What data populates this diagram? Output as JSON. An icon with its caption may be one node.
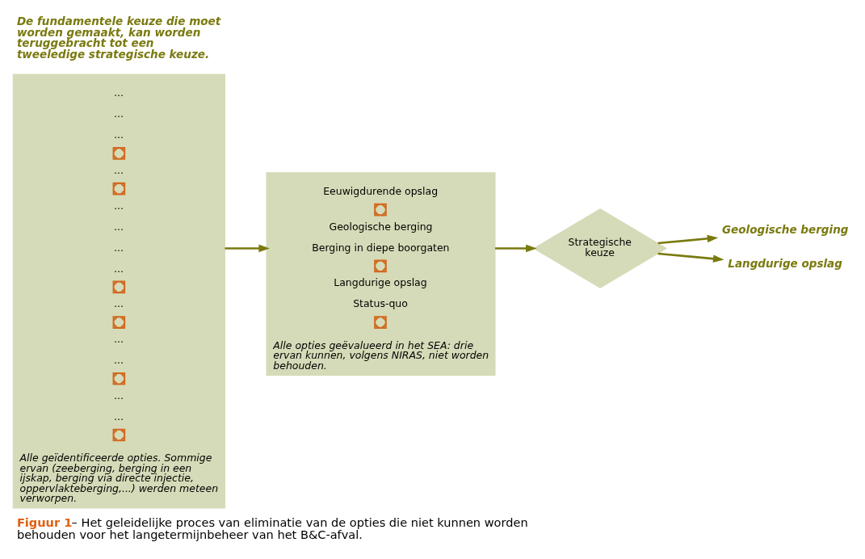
{
  "diagram": {
    "caption": "**Figuur 1**– Het geleidelijke proces van eliminatie van de opties die niet kunnen worden behouden voor het langetermijnbeheer van het B&C-afval.",
    "nodes": [
      {
        "text": [],
        "shape": "box",
        "beside": [
          "Alle geïdentificeerde opties. Sommige ervan (zeeberging, berging in een ijskap, berging via directe injectie, oppervlakteberging,...) werden meteen verworpen."
        ]
      },
      {
        "text": [
          "..."
        ],
        "in": 0
      },
      {
        "text": [
          "..."
        ],
        "in": 0
      },
      {
        "text": [
          "..."
        ],
        "in": 0
      },
      {
        "text": [],
        "shape": "cross",
        "in": 0
      },
      {
        "text": [
          "..."
        ],
        "in": 0
      },
      {
        "text": [],
        "shape": "cross",
        "in": 0
      },
      {
        "text": [
          "..."
        ],
        "in": 0
      },
      {
        "text": [
          "..."
        ],
        "in": 0
      },
      {
        "text": [
          "..."
        ],
        "in": 0
      },
      {
        "text": [
          "..."
        ],
        "in": 0
      },
      {
        "text": [],
        "shape": "cross",
        "in": 0
      },
      {
        "text": [
          "..."
        ],
        "in": 0
      },
      {
        "text": [],
        "shape": "cross",
        "in": 0
      },
      {
        "text": [
          "..."
        ],
        "in": 0
      },
      {
        "text": [
          "..."
        ],
        "in": 0
      },
      {
        "text": [],
        "shape": "cross",
        "in": 0
      },
      {
        "text": [
          "..."
        ],
        "in": 0
      },
      {
        "text": [
          "..."
        ],
        "in": 0
      },
      {
        "text": [],
        "shape": "cross",
        "in": 0
      },
      {
        "text": [],
        "shape": "box",
        "beside": [
          "Alle opties geëvalueerd in het SEA: drie ervan kunnen, volgens NIRAS, niet worden behouden."
        ]
      },
      {
        "text": [
          "Eeuwigdurende opslag"
        ],
        "in": 20
      },
      {
        "text": [],
        "shape": "cross",
        "in": 20
      },
      {
        "text": [
          "Geologische berging"
        ],
        "in": 20
      },
      {
        "text": [
          "Berging in diepe boorgaten"
        ],
        "in": 20
      },
      {
        "text": [],
        "shape": "cross",
        "in": 20
      },
      {
        "text": [
          "Langdurige opslag"
        ],
        "in": 20
      },
      {
        "text": [
          "Status-quo"
        ],
        "in": 20
      },
      {
        "text": [],
        "shape": "cross",
        "in": 20
      },
      {
        "text": [
          "Strategische keuze"
        ]
      },
      {
        "text": [
          "Geologische berging"
        ]
      },
      {
        "text": [
          "Langdurige opslag"
        ]
      }
    ],
    "edges": [
      {
        "from": 0,
        "to": 20,
        "arrow": "to"
      },
      {
        "from": 20,
        "to": 29,
        "arrow": "to"
      },
      {
        "from": 29,
        "to": 30,
        "arrow": "to"
      },
      {
        "from": 29,
        "to": 31,
        "arrow": "to"
      }
    ],
    "labels": [
      "De fundamentele keuze die moet worden gemaakt, kan worden teruggebracht tot een tweeledige strategische keuze."
    ]
  }
}
